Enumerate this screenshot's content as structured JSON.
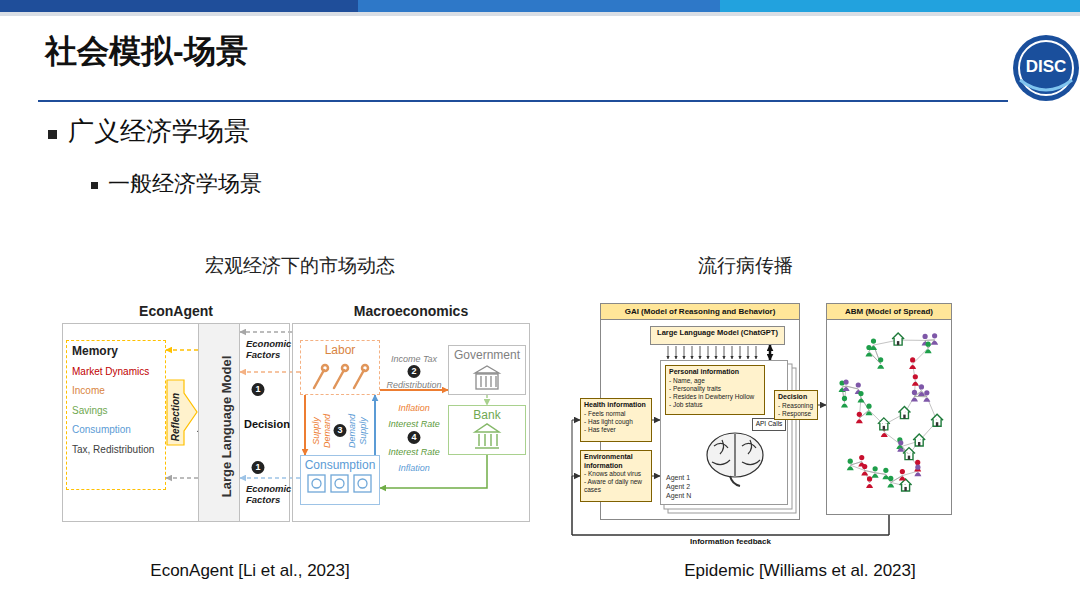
{
  "diagram": {
    "title": "社会模拟-场景",
    "nodes": [
      {
        "text": [
          "EconAgent"
        ]
      },
      {
        "text": [
          "Memory",
          "Market Dynamics",
          "Income",
          "Savings",
          "Consumption",
          "Tax, Redistribution"
        ],
        "in": 0
      },
      {
        "text": [
          "Large Language Model"
        ],
        "in": 0
      },
      {
        "text": [
          "Macroeconomics"
        ]
      },
      {
        "text": [
          "Labor"
        ],
        "in": 3
      },
      {
        "text": [
          "Government"
        ],
        "in": 3
      },
      {
        "text": [
          "Bank"
        ],
        "in": 3
      },
      {
        "text": [
          "Consumption"
        ],
        "in": 3
      },
      {
        "text": [
          "GAI (Model of Reasoning and Behavior)"
        ]
      },
      {
        "text": [
          "Large Language Model (ChatGPT)"
        ],
        "in": 8
      },
      {
        "text": [
          "Agent 1",
          "Agent 2",
          "Agent N"
        ],
        "in": 8
      },
      {
        "text": [
          "Personal information",
          "- Name, age",
          "- Personality traits",
          "- Resides in Dewberry Hollow",
          "- Job status"
        ],
        "in": 10
      },
      {
        "text": [
          "API Calls"
        ],
        "in": 10
      },
      {
        "text": [
          "Decision",
          "- Reasoning",
          "- Response"
        ]
      },
      {
        "text": [
          "Health information",
          "- Feels normal",
          "- Has light cough",
          "- Has fever"
        ]
      },
      {
        "text": [
          "Environmental information",
          "- Knows about virus",
          "- Aware of daily new cases"
        ]
      },
      {
        "text": [
          "ABM (Model of Spread)"
        ]
      }
    ],
    "edges": [
      {
        "from": 3,
        "to": 2,
        "arrow": "to"
      },
      {
        "from": 4,
        "to": 2,
        "arrow": "to"
      },
      {
        "from": 7,
        "to": 2,
        "arrow": "to"
      },
      {
        "from": 4,
        "to": 7,
        "arrow": "to"
      },
      {
        "from": 7,
        "to": 4,
        "arrow": "to"
      },
      {
        "from": 4,
        "to": 5,
        "arrow": "to"
      },
      {
        "from": 5,
        "to": 6,
        "arrow": "to"
      },
      {
        "from": 6,
        "to": 7,
        "arrow": "to"
      },
      {
        "from": 9,
        "to": 10,
        "arrow": "both"
      },
      {
        "from": 14,
        "to": 10,
        "arrow": "to"
      },
      {
        "from": 15,
        "to": 10,
        "arrow": "to"
      },
      {
        "from": 13,
        "to": 16,
        "arrow": "to"
      },
      {
        "from": 16,
        "to": 14,
        "arrow": "to",
        "label": "Information feedback"
      },
      {
        "from": 16,
        "to": 15,
        "arrow": "to"
      },
      {
        "from": 2,
        "to": 1,
        "arrow": "to"
      },
      {
        "from": 2,
        "to": 1,
        "arrow": "to"
      }
    ],
    "labels": [
      "广义经济学场景",
      "一般经济学场景",
      "宏观经济下的市场动态",
      "流行病传播",
      "Economic Factors",
      "1",
      "Decision",
      "1",
      "Economic Factors",
      "Reflection",
      "Income Tax",
      "2",
      "Redistribution",
      "Inflation",
      "Supply",
      "Demand",
      "3",
      "Demand",
      "Supply",
      "Interest Rate",
      "4",
      "Interest Rate",
      "Inflation",
      "EconAgent [Li et al., 2023]",
      "Epidemic [Williams et al. 2023]",
      "DISC"
    ]
  }
}
